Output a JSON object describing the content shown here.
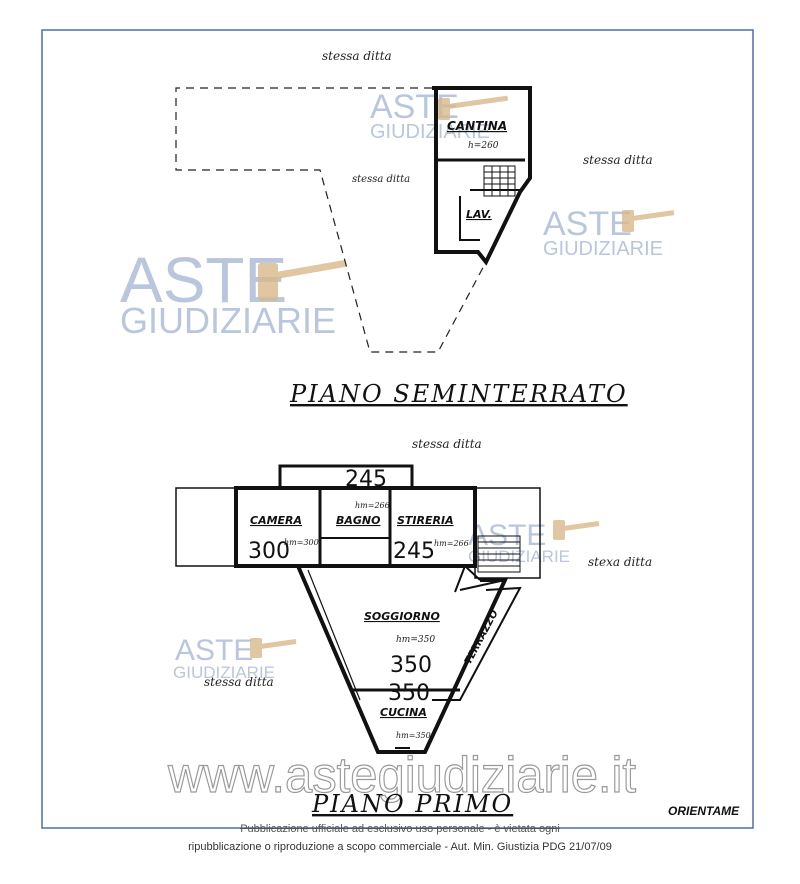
{
  "labels": {
    "same_owner": "stessa ditta",
    "same_owner_alt": "stexa ditta",
    "cantina": "CANTINA",
    "h_cantina": "h=260",
    "lav": "LAV.",
    "basement_title": "PIANO SEMINTERRATO",
    "dim_245": "245",
    "h_266": "hm=266",
    "camera": "CAMERA",
    "bagno": "BAGNO",
    "stireria": "STIRERIA",
    "dim_300": "300",
    "h_300": "hm=300",
    "soggiorno": "SOGGIORNO",
    "h_350": "hm=350",
    "dim_350": "350",
    "terrazzo": "TERRAZZO",
    "cucina": "CUCINA",
    "first_floor_title": "PIANO PRIMO",
    "orientation": "ORIENTAME"
  },
  "watermark": {
    "line1": "ASTE",
    "line2": "GIUDIZIARIE",
    "url": "www.astegiudiziarie.it"
  },
  "footer": {
    "line1": "Pubblicazione ufficiale ad esclusivo uso personale - è vietata ogni",
    "line2": "ripubblicazione o riproduzione a scopo commerciale - Aut. Min. Giustizia PDG 21/07/09"
  },
  "colors": {
    "frame": "#4a6fb0",
    "watermark": "#b9c6de",
    "ink": "#1a1a1a"
  }
}
